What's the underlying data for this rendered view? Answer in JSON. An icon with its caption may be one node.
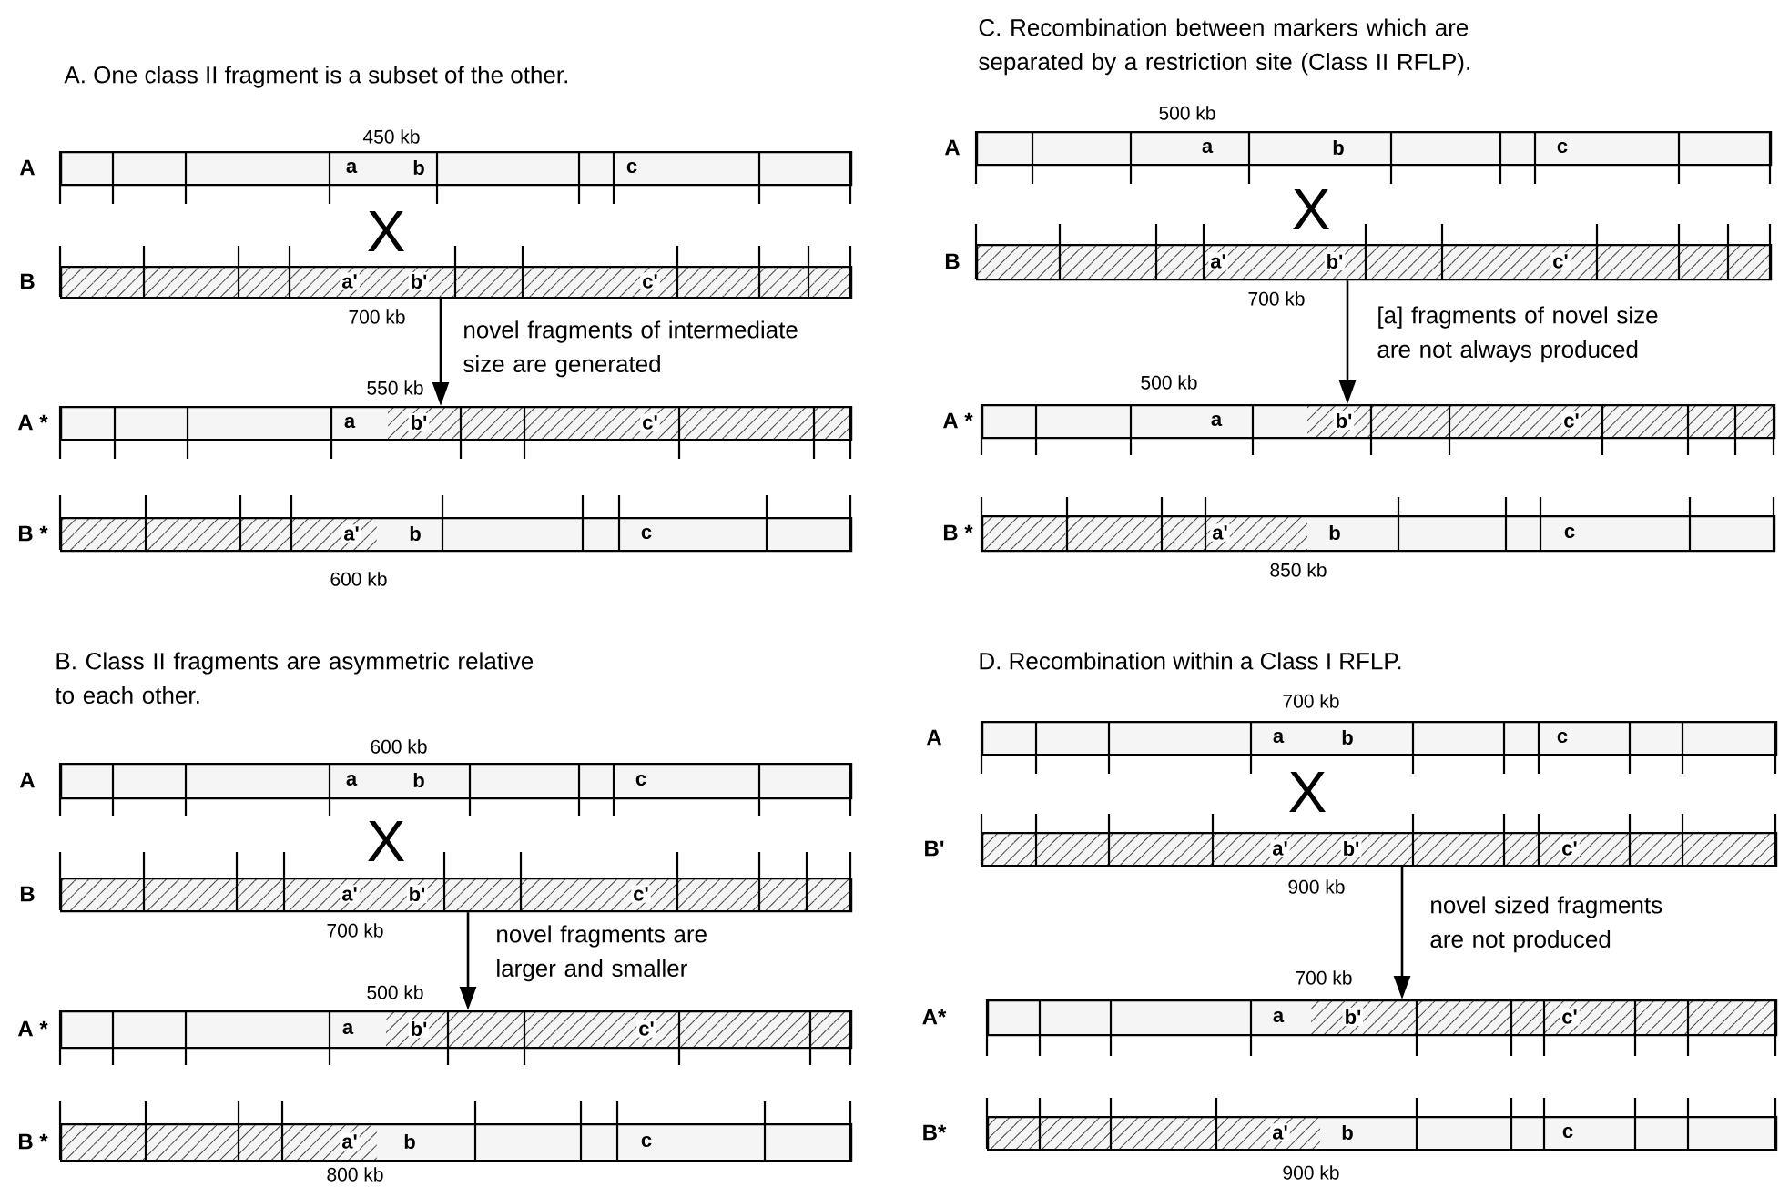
{
  "diagram": {
    "nodes": [
      {
        "text": [
          "a",
          "b",
          "c"
        ],
        "beside": [
          "A",
          "450 kb"
        ]
      },
      {
        "text": [
          "a'",
          "b'",
          "c'"
        ],
        "beside": [
          "B",
          "700 kb"
        ]
      },
      {
        "text": [
          "a",
          "b'",
          "c'"
        ],
        "beside": [
          "A *",
          "550 kb"
        ]
      },
      {
        "text": [
          "a'",
          "b",
          "c"
        ],
        "beside": [
          "B *",
          "600 kb"
        ]
      },
      {
        "text": [
          "a",
          "b",
          "c"
        ],
        "beside": [
          "A",
          "500 kb"
        ]
      },
      {
        "text": [
          "a'",
          "b'",
          "c'"
        ],
        "beside": [
          "B",
          "700 kb"
        ]
      },
      {
        "text": [
          "a",
          "b'",
          "c'"
        ],
        "beside": [
          "A *",
          "500 kb"
        ]
      },
      {
        "text": [
          "a'",
          "b",
          "c"
        ],
        "beside": [
          "B *",
          "850 kb"
        ]
      },
      {
        "text": [
          "a",
          "b",
          "c"
        ],
        "beside": [
          "A",
          "600 kb"
        ]
      },
      {
        "text": [
          "a'",
          "b'",
          "c'"
        ],
        "beside": [
          "B",
          "700 kb"
        ]
      },
      {
        "text": [
          "a",
          "b'",
          "c'"
        ],
        "beside": [
          "A *",
          "500 kb"
        ]
      },
      {
        "text": [
          "a'",
          "b",
          "c"
        ],
        "beside": [
          "B *",
          "800 kb"
        ]
      },
      {
        "text": [
          "a",
          "b",
          "c"
        ],
        "beside": [
          "A",
          "700 kb"
        ]
      },
      {
        "text": [
          "a'",
          "b'",
          "c'"
        ],
        "beside": [
          "B'",
          "900 kb"
        ]
      },
      {
        "text": [
          "a",
          "b'",
          "c'"
        ],
        "beside": [
          "A*",
          "700 kb"
        ]
      },
      {
        "text": [
          "a'",
          "b",
          "c"
        ],
        "beside": [
          "B*",
          "900 kb"
        ]
      }
    ],
    "edges": [
      {
        "from": 1,
        "to": 2,
        "arrow": "to",
        "label": "novel fragments of intermediate size are generated"
      },
      {
        "from": 5,
        "to": 6,
        "arrow": "to",
        "label": "[a] fragments of novel size are not always produced"
      },
      {
        "from": 9,
        "to": 10,
        "arrow": "to",
        "label": "novel fragments are larger and smaller"
      },
      {
        "from": 13,
        "to": 14,
        "arrow": "to",
        "label": "novel sized fragments are not produced"
      }
    ],
    "labels": [
      "A. One class II fragment is a subset of the other.",
      "X",
      "C. Recombination between markers which are separated by a restriction site (Class II RFLP).",
      "X",
      "B. Class II fragments are asymmetric relative to each other.",
      "X",
      "D. Recombination within a Class I RFLP.",
      "X"
    ]
  }
}
